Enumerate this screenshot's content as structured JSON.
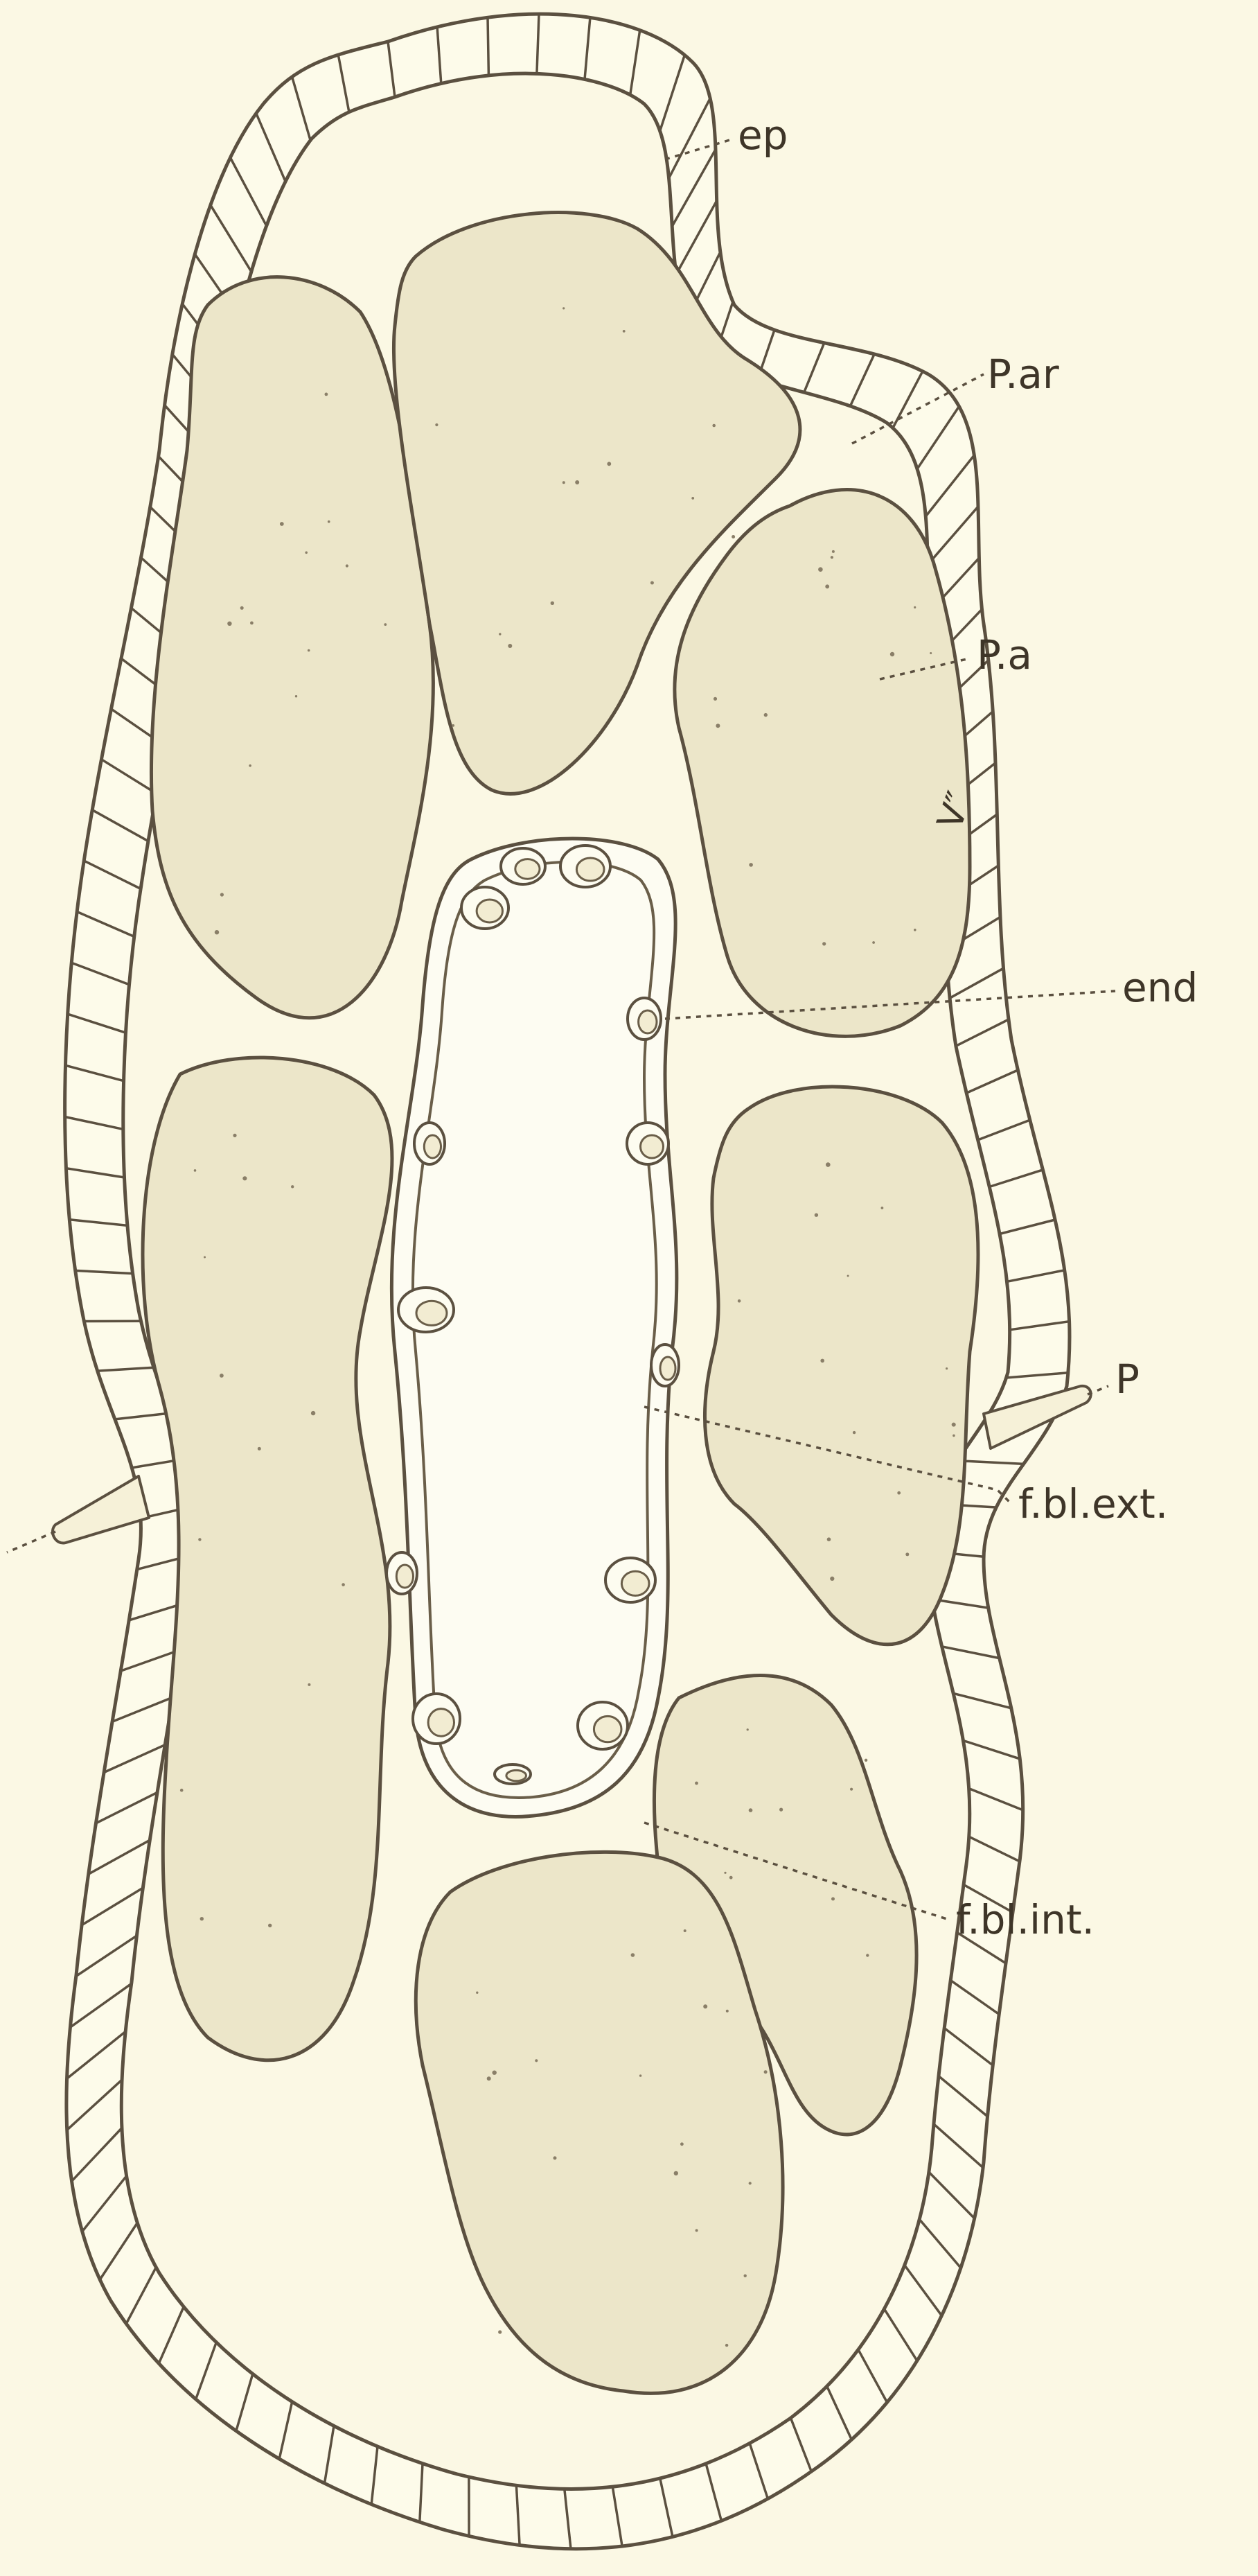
{
  "figure": {
    "labels": {
      "ep": "ep",
      "par": "P.ar",
      "pa": "P.a",
      "mark": "V″",
      "end": "end",
      "p": "P",
      "fblext": "f.bl.ext.",
      "fblint": "f.bl.int."
    }
  },
  "colors": {
    "paper": "#fbf8e4",
    "ink": "#5b5040",
    "lobe_fill": "#ece6c9"
  }
}
